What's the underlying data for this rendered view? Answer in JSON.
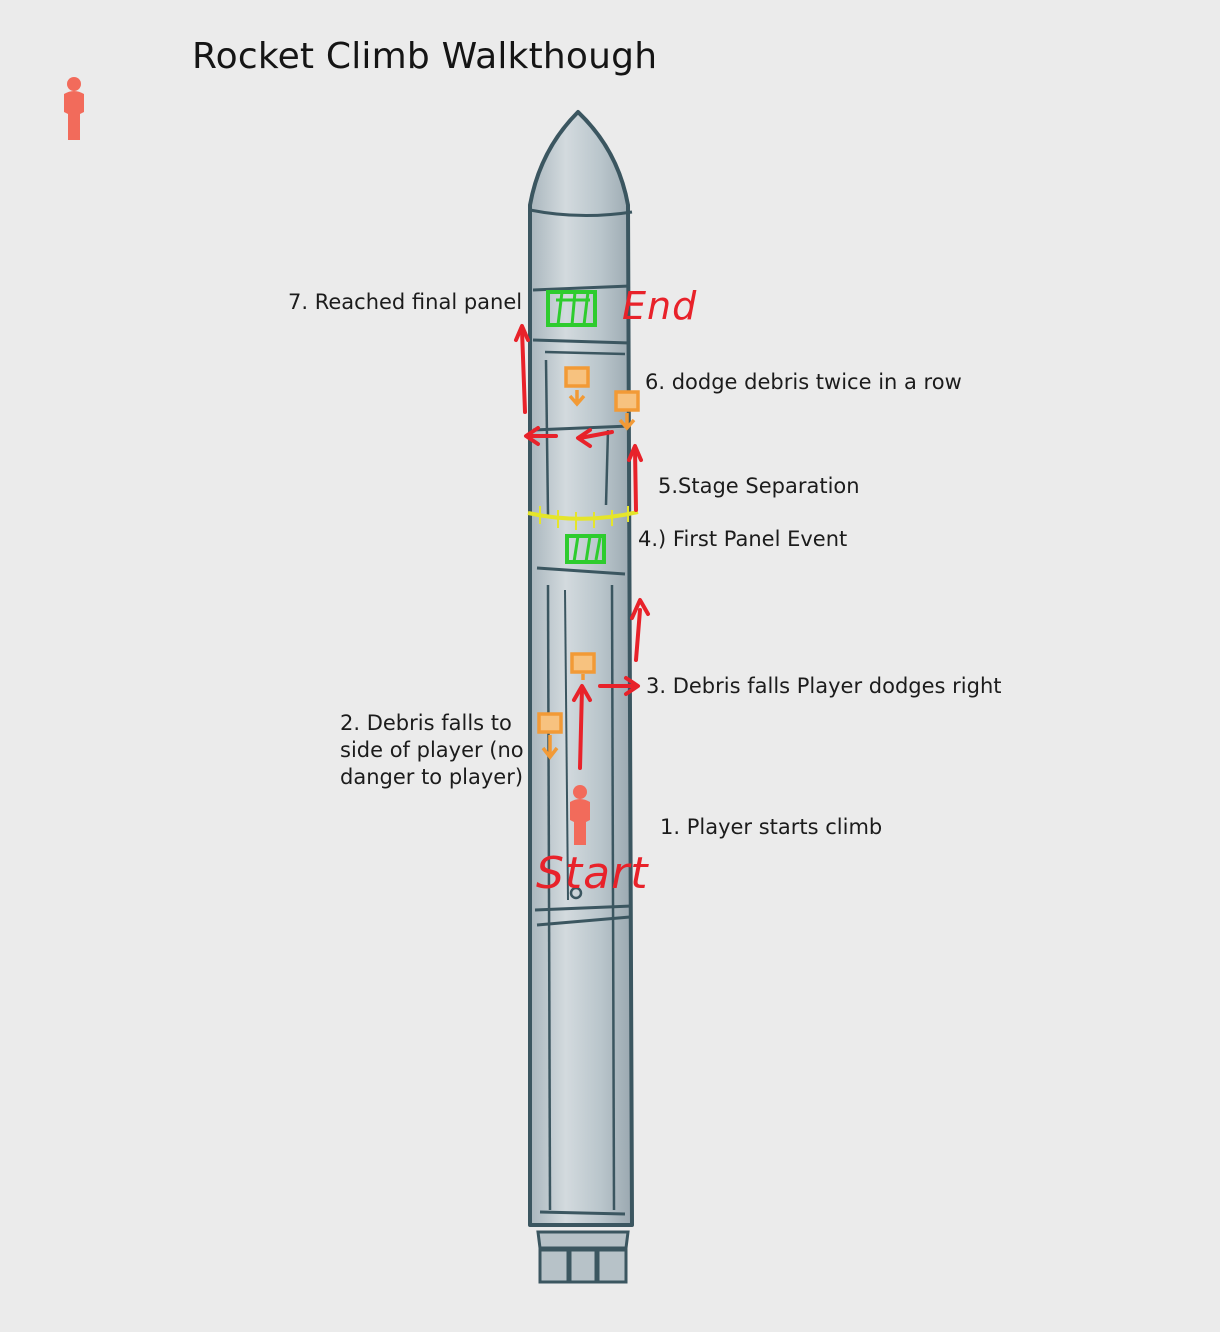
{
  "title": "Rocket Climb Walkthough",
  "start_label": "Start",
  "end_label": "End",
  "steps": {
    "step1": "1. Player starts climb",
    "step2": "2. Debris falls to side of player (no danger to player)",
    "step3": "3. Debris falls Player dodges right",
    "step4": "4.) First Panel Event",
    "step5": "5.Stage Separation",
    "step6": "6. dodge debris twice in a row",
    "step7": "7. Reached final panel"
  },
  "icons": {
    "player": "player-figure-icon",
    "debris": "falling-debris-icon",
    "panel": "panel-event-icon"
  },
  "colors": {
    "background": "#ebebeb",
    "rocket_fill": "#c3ccd2",
    "rocket_outline": "#3b5660",
    "path_arrow": "#e8222a",
    "player": "#f26b5b",
    "debris": "#f29a36",
    "panel": "#2ecc2e",
    "separation": "#e5e52a"
  }
}
